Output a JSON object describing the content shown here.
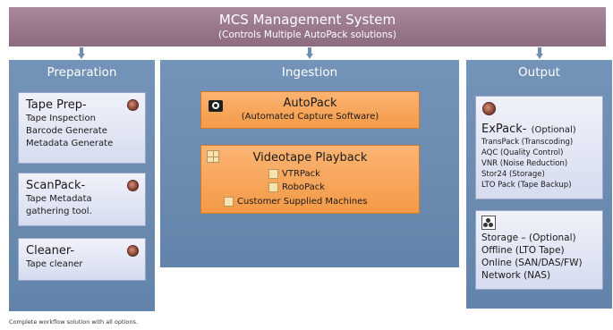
{
  "banner": {
    "title": "MCS Management System",
    "subtitle": "(Controls Multiple AutoPack solutions)"
  },
  "columns": {
    "preparation": {
      "title": "Preparation",
      "cards": [
        {
          "head": "Tape Prep-",
          "lines": [
            "Tape Inspection",
            "Barcode Generate",
            "Metadata Generate"
          ]
        },
        {
          "head": "ScanPack-",
          "lines": [
            "Tape Metadata",
            "gathering tool."
          ]
        },
        {
          "head": "Cleaner-",
          "lines": [
            "Tape cleaner"
          ]
        }
      ]
    },
    "ingestion": {
      "title": "Ingestion",
      "autopack": {
        "head": "AutoPack",
        "sub": "(Automated Capture Software)"
      },
      "playback": {
        "head": "Videotape Playback",
        "items": [
          "VTRPack",
          "RoboPack",
          "Customer Supplied Machines"
        ]
      }
    },
    "output": {
      "title": "Output",
      "expack": {
        "head": "ExPack-",
        "head_note": "(Optional)",
        "lines": [
          "TransPack (Transcoding)",
          "AQC (Quality Control)",
          "VNR (Noise Reduction)",
          "Stor24 (Storage)",
          "LTO Pack (Tape Backup)"
        ]
      },
      "storage": {
        "lines": [
          "Storage – (Optional)",
          "Offline (LTO Tape)",
          "Online (SAN/DAS/FW)",
          "Network (NAS)"
        ]
      }
    }
  },
  "footer": "Complete workflow solution with all options."
}
